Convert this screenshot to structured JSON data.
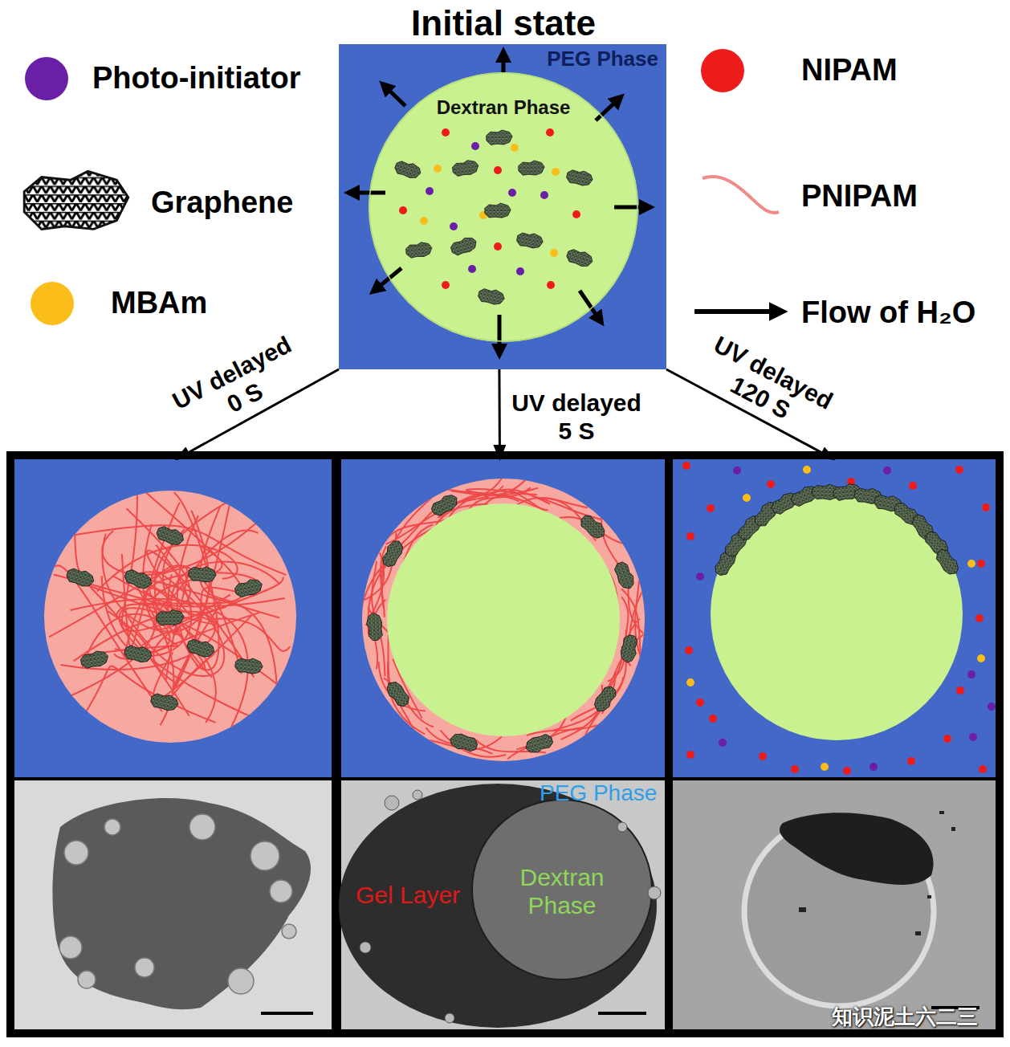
{
  "diagram": {
    "title": "Initial state",
    "nodes": [
      {
        "text": [
          "PEG Phase"
        ]
      },
      {
        "text": [
          "Dextran Phase"
        ],
        "in": 0
      },
      {
        "text": []
      },
      {
        "text": []
      },
      {
        "text": []
      }
    ],
    "edges": [
      {
        "from": 0,
        "to": 2,
        "arrow": "to",
        "label": "UV delayed 0 S"
      },
      {
        "from": 0,
        "to": 3,
        "arrow": "to",
        "label": "UV delayed 5 S"
      },
      {
        "from": 0,
        "to": 4,
        "arrow": "to",
        "label": "UV delayed 120 S"
      }
    ],
    "labels": [
      "PEG Phase",
      "Gel Layer",
      "Dextran Phase",
      "知识泥土六二三"
    ],
    "legend": [
      {
        "text": "Photo-initiator",
        "color": "#6a1fa6"
      },
      {
        "text": "Graphene"
      },
      {
        "text": "MBAm",
        "color": "#fbbd1a"
      },
      {
        "text": "NIPAM",
        "color": "#ee1b1b"
      },
      {
        "text": "PNIPAM"
      },
      {
        "text": "Flow of H₂O"
      }
    ]
  }
}
